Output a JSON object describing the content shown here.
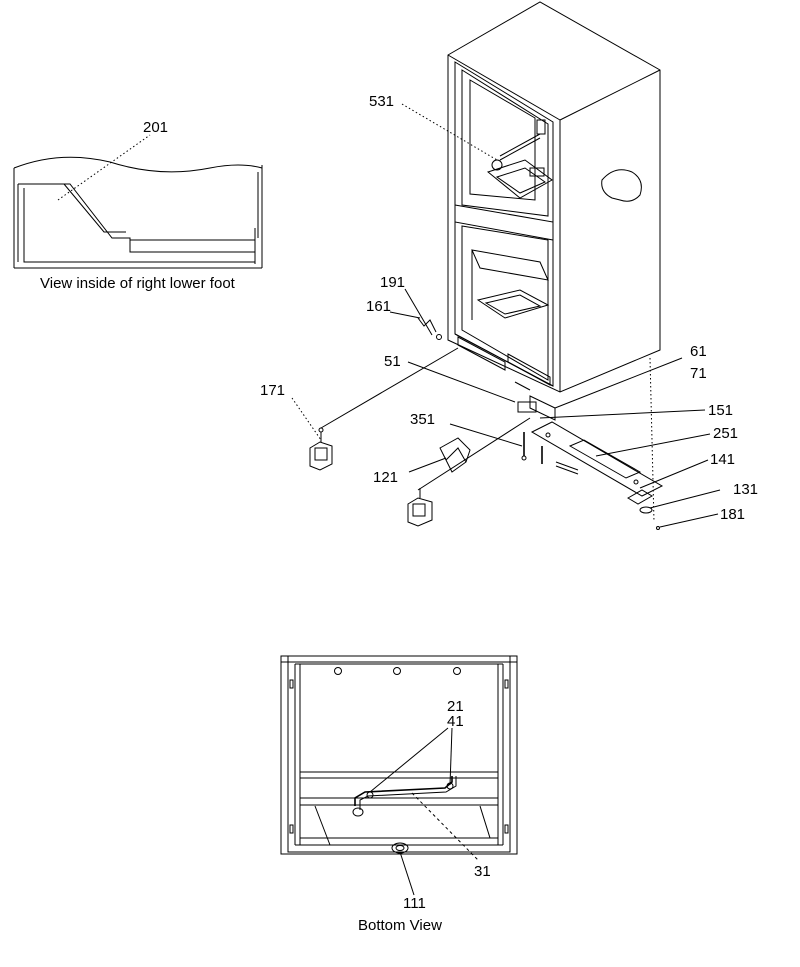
{
  "labels": {
    "p201": "201",
    "p531": "531",
    "p191": "191",
    "p161": "161",
    "p51": "51",
    "p171": "171",
    "p61": "61",
    "p71": "71",
    "p351": "351",
    "p151": "151",
    "p251": "251",
    "p121": "121",
    "p141": "141",
    "p131": "131",
    "p181": "181",
    "p21": "21",
    "p41": "41",
    "p31": "31",
    "p111": "111"
  },
  "captions": {
    "foot_view": "View inside of right lower foot",
    "bottom_view": "Bottom View"
  }
}
